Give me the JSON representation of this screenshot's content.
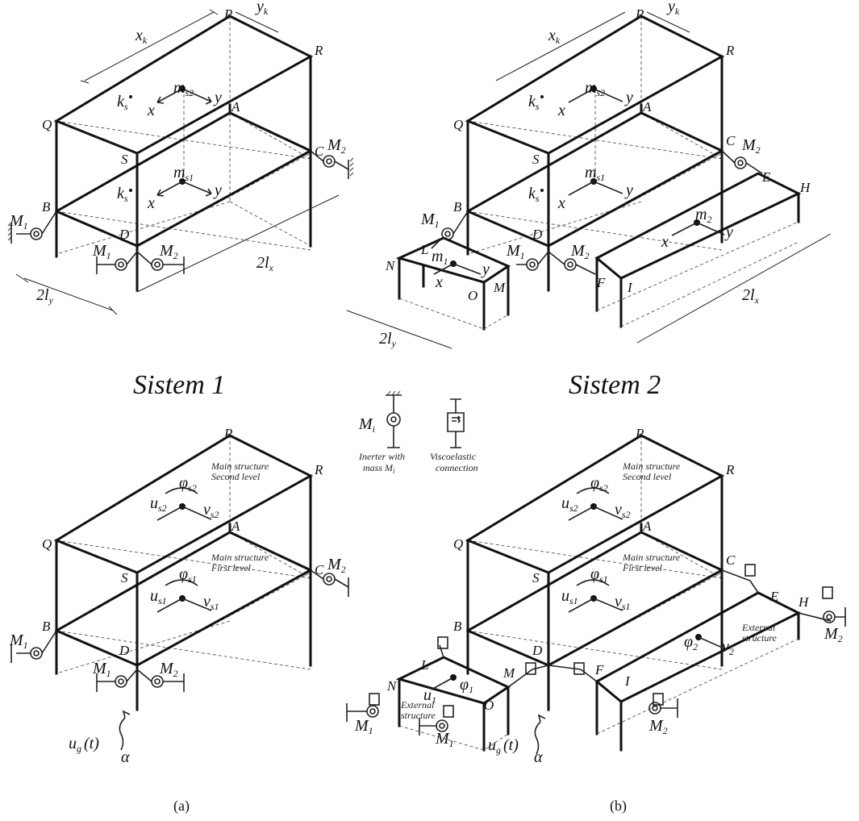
{
  "panel_titles": [
    "Sistem 1",
    "Sistem 2"
  ],
  "captions": [
    "(a)",
    "(b)"
  ],
  "legend": {
    "inerter_symbol": "M",
    "inerter_symbol_sub": "i",
    "inerter_text_1": "Inerter with",
    "inerter_text_2": "mass M",
    "inerter_text_2_sub": "i",
    "visco_text_1": "Viscoelastic",
    "visco_text_2": "connection"
  },
  "nodes": {
    "P": "P",
    "R": "R",
    "Q": "Q",
    "S": "S",
    "A": "A",
    "B": "B",
    "C": "C",
    "D": "D",
    "E": "E",
    "H": "H",
    "F": "F",
    "I": "I",
    "L": "L",
    "N": "N",
    "M": "M",
    "O": "O"
  },
  "dims": {
    "xk": "x",
    "xk_sub": "k",
    "yk": "y",
    "yk_sub": "k",
    "lx": "2l",
    "lx_sub": "x",
    "ly": "2l",
    "ly_sub": "y"
  },
  "symbols": {
    "ms2": "m",
    "ms2_sub": "s2",
    "ms1": "m",
    "ms1_sub": "s1",
    "ks": "k",
    "ks_sub": "s",
    "m1": "m",
    "m1_sub": "1",
    "m2": "m",
    "m2_sub": "2",
    "x": "x",
    "y": "y",
    "M1": "M",
    "M1_sub": "1",
    "M2": "M",
    "M2_sub": "2",
    "phis2": "φ",
    "phis2_sub": "s2",
    "phis1": "φ",
    "phis1_sub": "s1",
    "us2": "u",
    "us2_sub": "s2",
    "vs2": "v",
    "vs2_sub": "s2",
    "us1": "u",
    "us1_sub": "s1",
    "vs1": "v",
    "vs1_sub": "s1",
    "phi1": "φ",
    "phi1_sub": "1",
    "u1": "u",
    "u1_sub": "1",
    "phi2": "φ",
    "phi2_sub": "2",
    "v2": "v",
    "v2_sub": "2",
    "ug": "u",
    "ug_sub": "g",
    "ug_arg": "(t)",
    "alpha": "α"
  },
  "notes": {
    "main_structure": "Main structure",
    "second_level": "Second level",
    "first_level": "First level",
    "external": "External",
    "structure": "structure"
  }
}
